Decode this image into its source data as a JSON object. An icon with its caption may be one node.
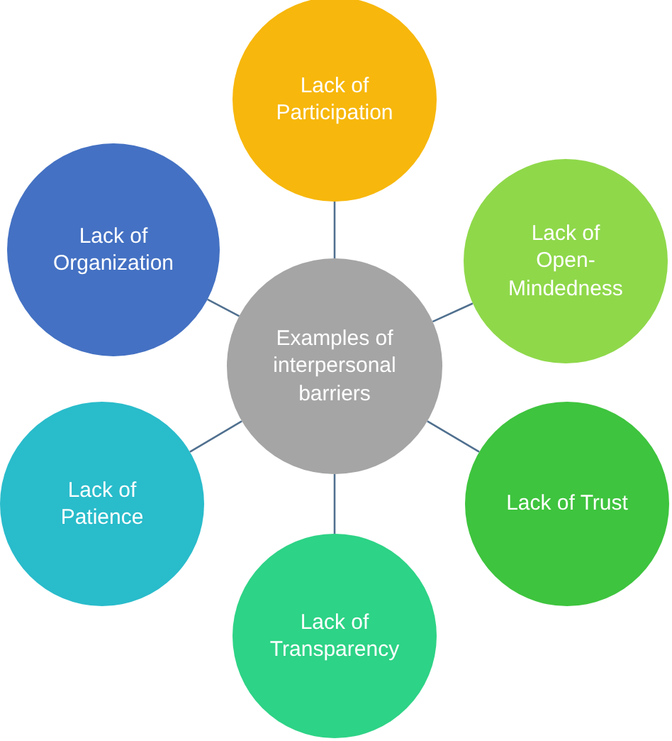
{
  "diagram": {
    "nodes": [
      {
        "text": [
          "Examples of interpersonal barriers"
        ]
      },
      {
        "text": [
          "Lack of Participation"
        ]
      },
      {
        "text": [
          "Lack of Open-Mindedness"
        ]
      },
      {
        "text": [
          "Lack of Trust"
        ]
      },
      {
        "text": [
          "Lack of Transparency"
        ]
      },
      {
        "text": [
          "Lack of Patience"
        ]
      },
      {
        "text": [
          "Lack of Organization"
        ]
      }
    ],
    "edges": [
      {
        "from": 0,
        "to": 1,
        "arrow": "none"
      },
      {
        "from": 0,
        "to": 2,
        "arrow": "none"
      },
      {
        "from": 0,
        "to": 3,
        "arrow": "none"
      },
      {
        "from": 0,
        "to": 4,
        "arrow": "none"
      },
      {
        "from": 0,
        "to": 5,
        "arrow": "none"
      },
      {
        "from": 0,
        "to": 6,
        "arrow": "none"
      }
    ]
  }
}
